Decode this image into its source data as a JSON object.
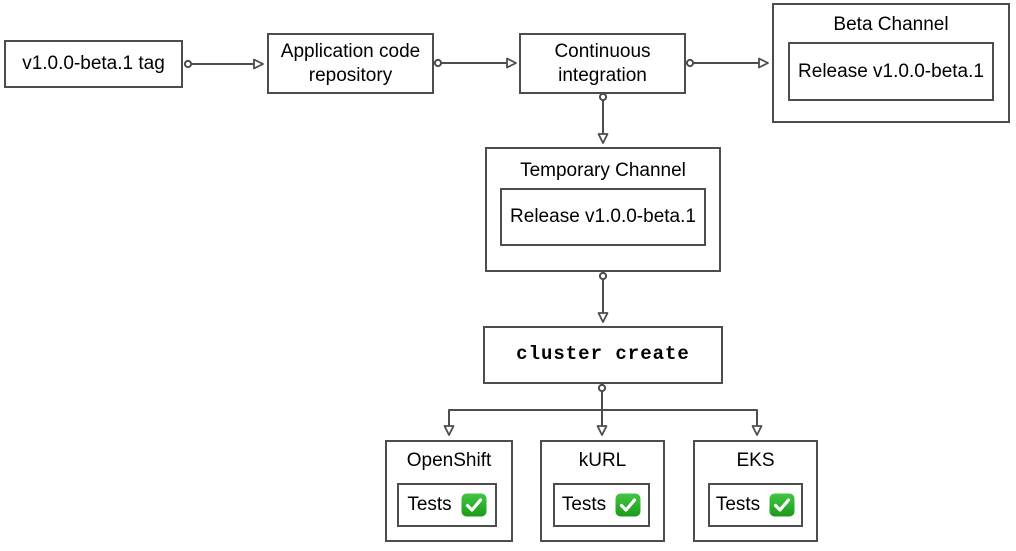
{
  "diagram": {
    "nodes": {
      "tag": {
        "label": "v1.0.0-beta.1 tag"
      },
      "repo": {
        "label": "Application code repository"
      },
      "ci": {
        "label": "Continuous integration"
      },
      "beta": {
        "title": "Beta Channel",
        "release_label": "Release v1.0.0-beta.1"
      },
      "temp": {
        "title": "Temporary Channel",
        "release_label": "Release v1.0.0-beta.1"
      },
      "cluster": {
        "label": "cluster create"
      },
      "openshift": {
        "title": "OpenShift",
        "tests_label": "Tests"
      },
      "kurl": {
        "title": "kURL",
        "tests_label": "Tests"
      },
      "eks": {
        "title": "EKS",
        "tests_label": "Tests"
      }
    },
    "icons": {
      "tests_status": "check-mark-button"
    },
    "colors": {
      "stroke": "#4d4d4d",
      "text": "#000000",
      "node_fill": "#ffffff",
      "background": "#ffffff",
      "check_green_top": "#44c544",
      "check_green_bottom": "#1a9c1a"
    }
  }
}
